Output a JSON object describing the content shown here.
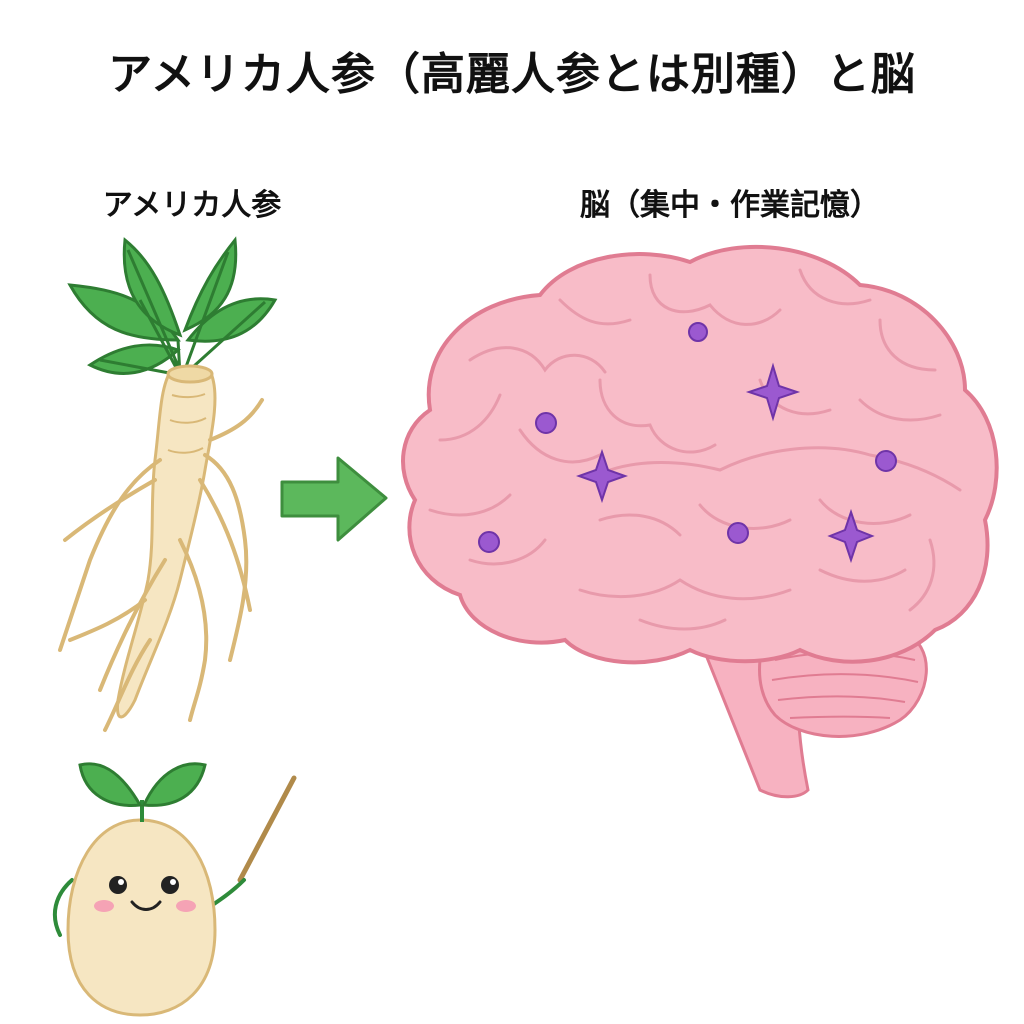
{
  "title": "アメリカ人参（高麗人参とは別種）と脳",
  "left_panel": {
    "label": "アメリカ人参",
    "illustration": "ginseng-root-with-leaves",
    "mascot": "sprout-mascot-with-pointer"
  },
  "right_panel": {
    "label": "脳（集中・作業記憶）",
    "illustration": "brain-with-sparkles"
  },
  "connector": "arrow-right-icon",
  "colors": {
    "leaf_green": "#4caf50",
    "root_cream": "#f6e6c2",
    "brain_pink": "#f8bcc8",
    "brain_outline": "#e07c92",
    "sparkle_purple": "#9b59d0",
    "arrow_green": "#5cb85c"
  }
}
